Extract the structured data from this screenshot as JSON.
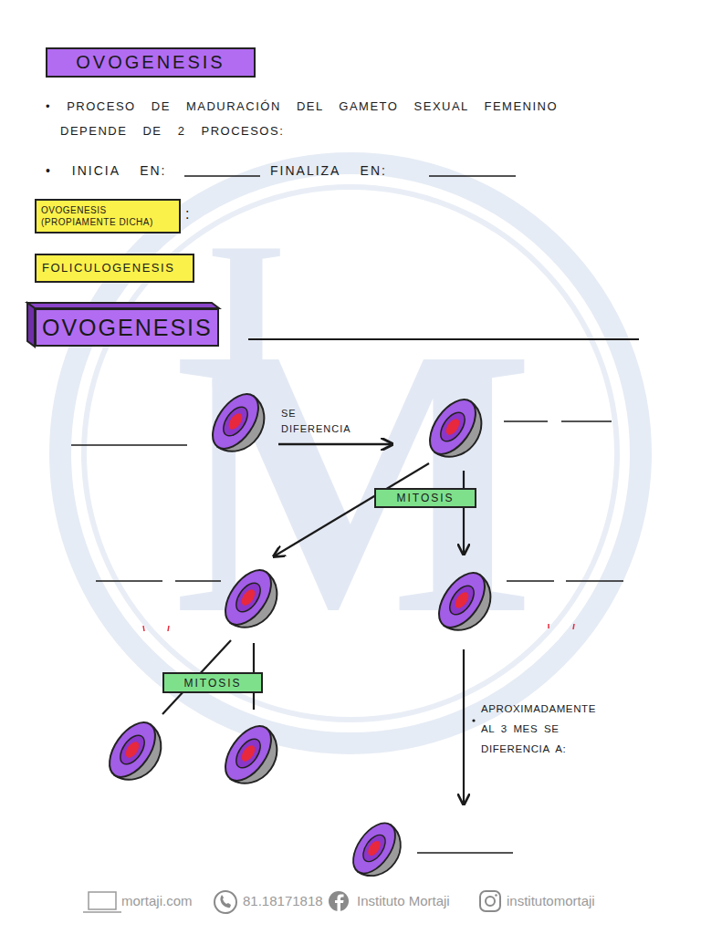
{
  "diagram": {
    "title": "OVOGENESIS",
    "nodes": [
      {
        "text": [
          "OVOGENESIS (PROPIAMENTE DICHA)"
        ]
      },
      {
        "text": [
          "FOLICULOGENESIS"
        ]
      },
      {
        "text": [
          "OVOGENESIS"
        ]
      },
      {
        "text": [
          "MITOSIS"
        ]
      },
      {
        "text": [
          "MITOSIS"
        ]
      }
    ],
    "labels": [
      "• PROCESO DE MADURACIÓN DEL GAMETO SEXUAL FEMENINO DEPENDE DE 2 PROCESOS:",
      "• INICIA EN:",
      "FINALIZA EN:",
      ":",
      "SE DIFERENCIA",
      "APROXIMADAMENTE AL 3 MES SE DIFERENCIA A:",
      "mortaji.com",
      "81.18171818",
      "Instituto Mortaji",
      "institutomortaji",
      "I",
      "M"
    ]
  }
}
